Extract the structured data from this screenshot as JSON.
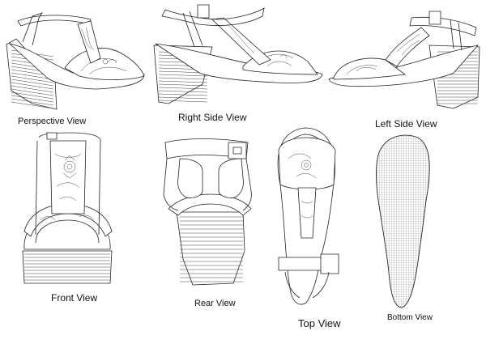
{
  "views": {
    "perspective": {
      "label": "Perspective View"
    },
    "right_side": {
      "label": "Right Side View"
    },
    "left_side": {
      "label": "Left Side View"
    },
    "front": {
      "label": "Front View"
    },
    "rear": {
      "label": "Rear View"
    },
    "top": {
      "label": "Top View"
    },
    "bottom": {
      "label": "Bottom View"
    }
  },
  "colors": {
    "line": "#222222",
    "background": "#ffffff",
    "sole_texture": "#9a9a9a"
  }
}
